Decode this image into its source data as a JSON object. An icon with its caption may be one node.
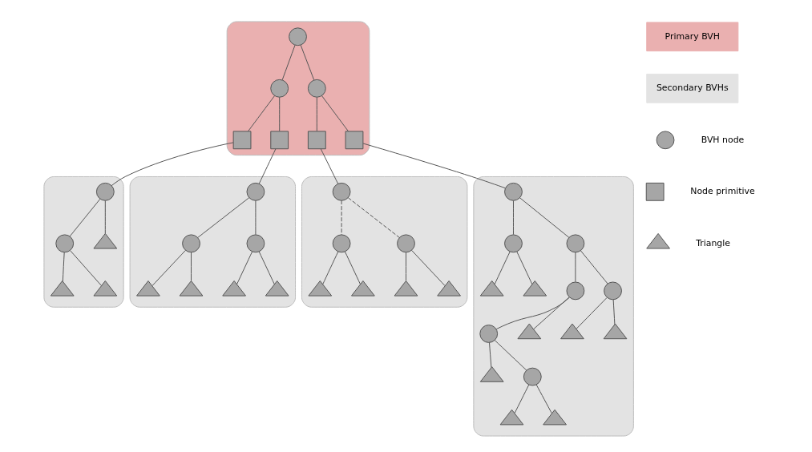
{
  "diagram": {
    "nodes": [
      {
        "text": [],
        "shape": "cloud"
      },
      {
        "text": [],
        "shape": "circle",
        "in": 0
      },
      {
        "text": [],
        "shape": "circle",
        "in": 0
      },
      {
        "text": [],
        "shape": "circle",
        "in": 0
      },
      {
        "text": [],
        "shape": "box",
        "in": 0
      },
      {
        "text": [],
        "shape": "box",
        "in": 0
      },
      {
        "text": [],
        "shape": "box",
        "in": 0
      },
      {
        "text": [],
        "shape": "box",
        "in": 0
      },
      {
        "text": [],
        "shape": "cloud"
      },
      {
        "text": [],
        "shape": "circle",
        "in": 8
      },
      {
        "text": [],
        "shape": "circle",
        "in": 8
      },
      {
        "text": [],
        "shape": "triangle",
        "in": 8
      },
      {
        "text": [],
        "shape": "triangle",
        "in": 8
      },
      {
        "text": [],
        "shape": "triangle",
        "in": 8
      },
      {
        "text": [],
        "shape": "cloud"
      },
      {
        "text": [],
        "shape": "circle",
        "in": 14
      },
      {
        "text": [],
        "shape": "circle",
        "in": 14
      },
      {
        "text": [],
        "shape": "circle",
        "in": 14
      },
      {
        "text": [],
        "shape": "triangle",
        "in": 14
      },
      {
        "text": [],
        "shape": "triangle",
        "in": 14
      },
      {
        "text": [],
        "shape": "triangle",
        "in": 14
      },
      {
        "text": [],
        "shape": "triangle",
        "in": 14
      },
      {
        "text": [],
        "shape": "cloud"
      },
      {
        "text": [],
        "shape": "circle",
        "in": 22
      },
      {
        "text": [],
        "shape": "circle",
        "in": 22
      },
      {
        "text": [],
        "shape": "circle",
        "in": 22
      },
      {
        "text": [],
        "shape": "triangle",
        "in": 22
      },
      {
        "text": [],
        "shape": "triangle",
        "in": 22
      },
      {
        "text": [],
        "shape": "triangle",
        "in": 22
      },
      {
        "text": [],
        "shape": "triangle",
        "in": 22
      },
      {
        "text": [],
        "shape": "cloud"
      },
      {
        "text": [],
        "shape": "circle",
        "in": 30
      },
      {
        "text": [],
        "shape": "circle",
        "in": 30
      },
      {
        "text": [],
        "shape": "circle",
        "in": 30
      },
      {
        "text": [],
        "shape": "triangle",
        "in": 30
      },
      {
        "text": [],
        "shape": "triangle",
        "in": 30
      },
      {
        "text": [],
        "shape": "circle",
        "in": 30
      },
      {
        "text": [],
        "shape": "circle",
        "in": 30
      },
      {
        "text": [],
        "shape": "circle",
        "in": 30
      },
      {
        "text": [],
        "shape": "triangle",
        "in": 30
      },
      {
        "text": [],
        "shape": "triangle",
        "in": 30
      },
      {
        "text": [],
        "shape": "triangle",
        "in": 30
      },
      {
        "text": [],
        "shape": "triangle",
        "in": 30
      },
      {
        "text": [],
        "shape": "circle",
        "in": 30
      },
      {
        "text": [],
        "shape": "triangle",
        "in": 30
      },
      {
        "text": [],
        "shape": "triangle",
        "in": 30
      },
      {
        "text": [],
        "shape": "circle"
      },
      {
        "text": [],
        "shape": "box"
      },
      {
        "text": [],
        "shape": "triangle"
      }
    ],
    "edges": [
      {
        "from": 1,
        "to": 2,
        "arrow": "none"
      },
      {
        "from": 1,
        "to": 3,
        "arrow": "none"
      },
      {
        "from": 2,
        "to": 4,
        "arrow": "none"
      },
      {
        "from": 2,
        "to": 5,
        "arrow": "none"
      },
      {
        "from": 3,
        "to": 6,
        "arrow": "none"
      },
      {
        "from": 3,
        "to": 7,
        "arrow": "none"
      },
      {
        "from": 4,
        "to": 9,
        "arrow": "none"
      },
      {
        "from": 5,
        "to": 15,
        "arrow": "none"
      },
      {
        "from": 6,
        "to": 23,
        "arrow": "none"
      },
      {
        "from": 7,
        "to": 31,
        "arrow": "none"
      },
      {
        "from": 9,
        "to": 10,
        "arrow": "none"
      },
      {
        "from": 9,
        "to": 11,
        "arrow": "none"
      },
      {
        "from": 10,
        "to": 12,
        "arrow": "none"
      },
      {
        "from": 10,
        "to": 13,
        "arrow": "none"
      },
      {
        "from": 15,
        "to": 16,
        "arrow": "none"
      },
      {
        "from": 15,
        "to": 17,
        "arrow": "none"
      },
      {
        "from": 16,
        "to": 18,
        "arrow": "none"
      },
      {
        "from": 16,
        "to": 19,
        "arrow": "none"
      },
      {
        "from": 17,
        "to": 20,
        "arrow": "none"
      },
      {
        "from": 17,
        "to": 21,
        "arrow": "none"
      },
      {
        "from": 23,
        "to": 24,
        "arrow": "none",
        "style": "dashed"
      },
      {
        "from": 23,
        "to": 25,
        "arrow": "none",
        "style": "dashed"
      },
      {
        "from": 24,
        "to": 26,
        "arrow": "none"
      },
      {
        "from": 24,
        "to": 27,
        "arrow": "none"
      },
      {
        "from": 25,
        "to": 28,
        "arrow": "none"
      },
      {
        "from": 25,
        "to": 29,
        "arrow": "none"
      },
      {
        "from": 31,
        "to": 32,
        "arrow": "none"
      },
      {
        "from": 31,
        "to": 33,
        "arrow": "none"
      },
      {
        "from": 32,
        "to": 34,
        "arrow": "none"
      },
      {
        "from": 32,
        "to": 35,
        "arrow": "none"
      },
      {
        "from": 33,
        "to": 36,
        "arrow": "none"
      },
      {
        "from": 33,
        "to": 37,
        "arrow": "none"
      },
      {
        "from": 36,
        "to": 38,
        "arrow": "none"
      },
      {
        "from": 36,
        "to": 39,
        "arrow": "none"
      },
      {
        "from": 37,
        "to": 40,
        "arrow": "none"
      },
      {
        "from": 37,
        "to": 41,
        "arrow": "none"
      },
      {
        "from": 38,
        "to": 42,
        "arrow": "none"
      },
      {
        "from": 38,
        "to": 43,
        "arrow": "none"
      },
      {
        "from": 43,
        "to": 44,
        "arrow": "none"
      },
      {
        "from": 43,
        "to": 45,
        "arrow": "none"
      }
    ],
    "legend": [
      {
        "text": "Primary BVH",
        "color": "#eab0b0"
      },
      {
        "text": "Secondary BVHs",
        "color": "#e3e3e3"
      },
      {
        "text": "BVH node"
      },
      {
        "text": "Node primitive"
      },
      {
        "text": "Triangle"
      }
    ]
  }
}
